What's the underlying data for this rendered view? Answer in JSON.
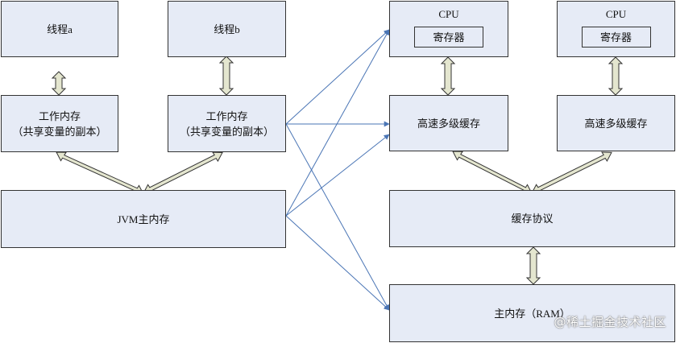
{
  "thread_a": "线程a",
  "thread_b": "线程b",
  "working_memory": {
    "title": "工作内存",
    "subtitle": "（共享变量的副本）"
  },
  "jvm_main_memory": "JVM主内存",
  "cpu": {
    "title": "CPU",
    "register": "寄存器"
  },
  "cache": "高速多级缓存",
  "cache_protocol": "缓存协议",
  "main_memory_ram": "主内存（RAM）",
  "watermark": "@稀土掘金技术社区",
  "colors": {
    "box_fill": "#e6ebf6",
    "arrow_blue": "#4a75b5",
    "double_arrow_fill": "#e4e6cf"
  }
}
